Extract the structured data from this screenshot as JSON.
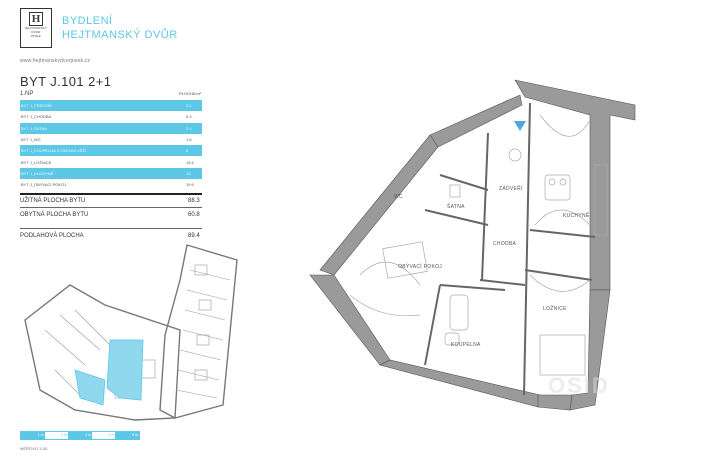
{
  "header": {
    "logo_letter": "H",
    "logo_line1": "HEJTMANSKÝ",
    "logo_line2": "DVŮR",
    "logo_line3": "PÍSEK",
    "brand_line1": "BYDLENÍ",
    "brand_line2": "HEJTMANSKÝ DVŮR",
    "url": "www.hejtmanskydvurpisek.cz"
  },
  "unit": {
    "title": "BYT J.101 2+1",
    "floor": "1.NP",
    "area_header": "PLOCHA m²"
  },
  "rooms": [
    {
      "name": "BYT J_PŘEDSÍŇ",
      "area": "3.1",
      "highlight": true
    },
    {
      "name": "BYT J_CHODBA",
      "area": "5.3",
      "highlight": false
    },
    {
      "name": "BYT J_ŠATNA",
      "area": "2.9",
      "highlight": true
    },
    {
      "name": "BYT J_WC",
      "area": "1.6",
      "highlight": false
    },
    {
      "name": "BYT J_KOUPELNA S OKENNÍ VĚŽÍ",
      "area": "8",
      "highlight": true
    },
    {
      "name": "BYT J_LOŽNICE",
      "area": "15.5",
      "highlight": false
    },
    {
      "name": "BYT J_KUCHYNĚ",
      "area": "13",
      "highlight": true
    },
    {
      "name": "BYT J_OBÝVACÍ POKOJ",
      "area": "19.9",
      "highlight": false
    }
  ],
  "totals": {
    "usable_label": "UŽITNÁ PLOCHA BYTU",
    "usable_value": "88.3",
    "living_label": "OBYTNÁ PLOCHA BYTU",
    "living_value": "60.8",
    "floor_label": "PODLAHOVÁ PLOCHA",
    "floor_value": "89.4"
  },
  "scale": {
    "ticks": [
      "1 m",
      "2 m",
      "3 m",
      "4 m",
      "5 m"
    ],
    "caption": "MĚŘÍTKO 1:50"
  },
  "plan_labels": {
    "wc": "WC",
    "satna": "ŠATNA",
    "zadveri": "ZÁDVEŘÍ",
    "kuchyne": "KUCHYNĚ",
    "chodba": "CHODBA",
    "obyvaci": "OBÝVACÍ POKOJ",
    "loznice": "LOŽNICE",
    "koupelna": "KOUPELNA"
  },
  "watermark": "OSID",
  "colors": {
    "accent": "#5cc8e6",
    "wall": "#8c8c8c",
    "text": "#3a3a3a"
  }
}
